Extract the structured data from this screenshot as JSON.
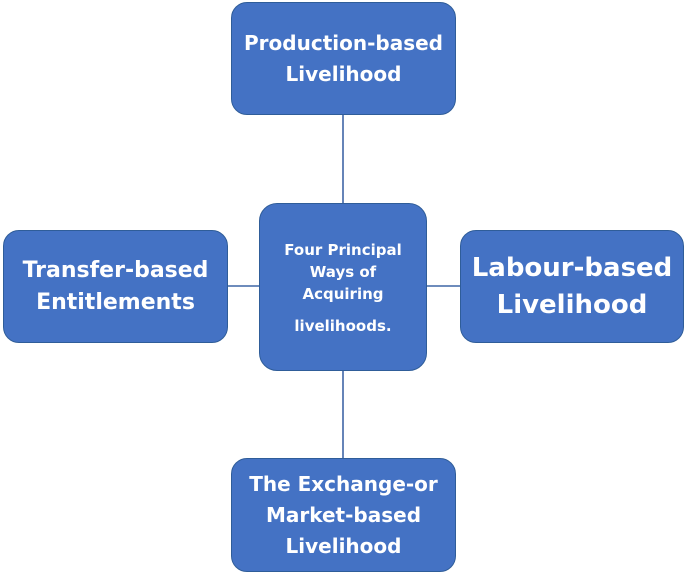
{
  "colors": {
    "node_fill": "#4472c4",
    "connector": "#3f66a6",
    "text": "#ffffff"
  },
  "diagram": {
    "center": {
      "line1": "Four Principal\nWays of\nAcquiring",
      "line2": "livelihoods."
    },
    "top": "Production-based\nLivelihood",
    "left": "Transfer-based\nEntitlements",
    "right": "Labour-based\nLivelihood",
    "bottom": "The Exchange-or\nMarket-based\nLivelihood"
  }
}
